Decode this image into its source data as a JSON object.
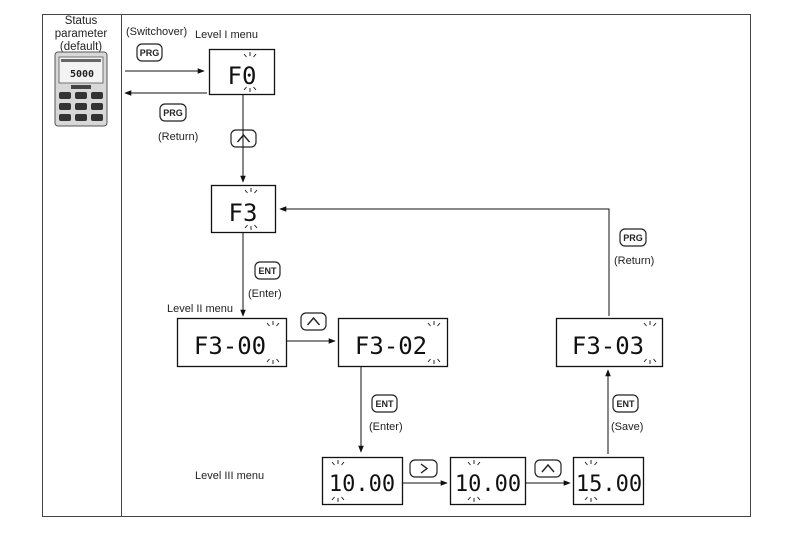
{
  "status": {
    "title": [
      "Status",
      "parameter",
      "(default)"
    ],
    "keypad_readout": "5000"
  },
  "labels": {
    "switchover": "(Switchover)",
    "level1": "Level I menu",
    "return": "(Return)",
    "level2": "Level II menu",
    "level3": "Level III menu",
    "enter": "(Enter)",
    "save": "(Save)"
  },
  "keys": {
    "prg": "PRG",
    "ent": "ENT",
    "up_icon": "chevron-up-icon",
    "right_icon": "chevron-right-icon"
  },
  "displays": {
    "f0": "F0",
    "f3": "F3",
    "f3_00": "F3-00",
    "f3_02": "F3-02",
    "f3_03": "F3-03",
    "v1": "10.00",
    "v2": "10.00",
    "v3": "15.00"
  }
}
